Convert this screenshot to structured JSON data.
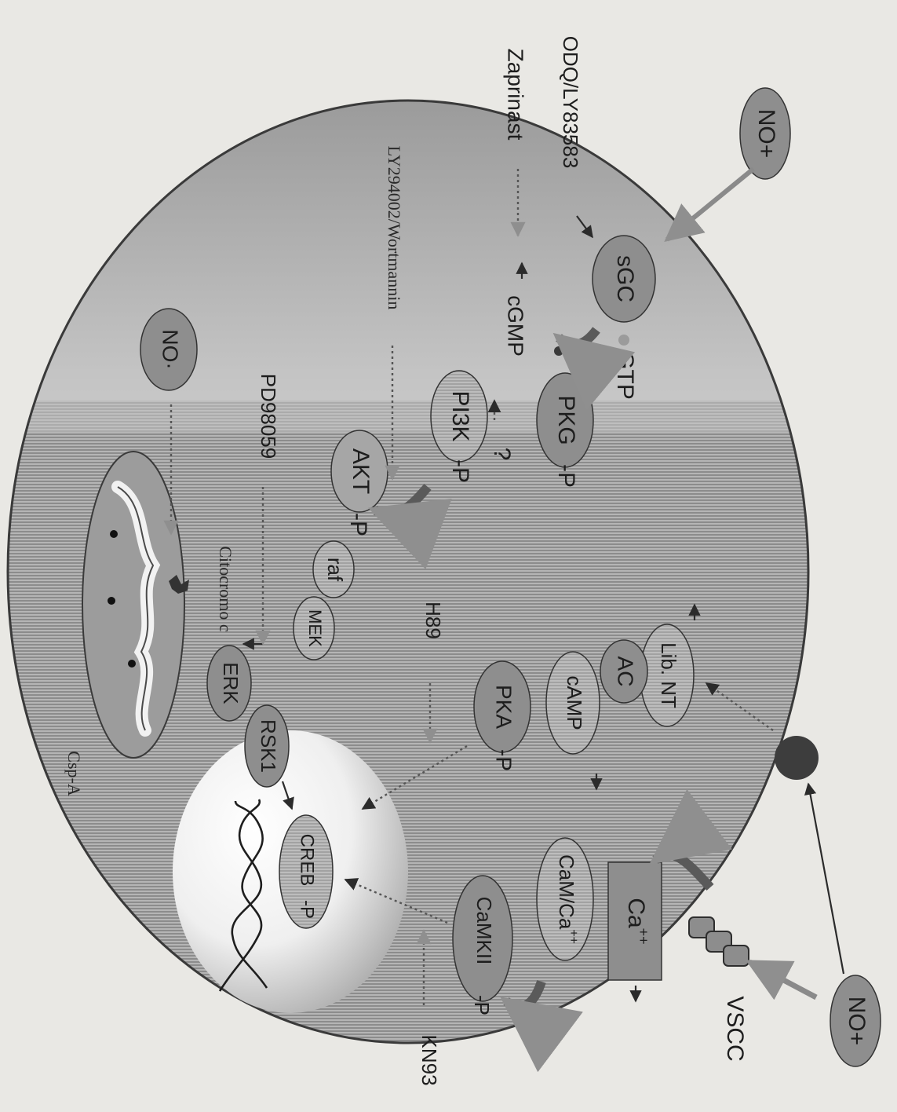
{
  "labels": {
    "no_plus": "NO+",
    "no_top": "NO+",
    "no_inside": "NO·",
    "sgc": "sGC",
    "gtp": "GTP",
    "cgmp": "cGMP",
    "pkg": "PKG",
    "phospho": "-P",
    "question": "?",
    "pi3k": "PI3K",
    "akt": "AKT",
    "raf": "raf",
    "mek": "MEK",
    "erk": "ERK",
    "rsk1": "RSK1",
    "creb": "CREB",
    "lib_nt": "Lib. NT",
    "ac": "AC",
    "camp": "cAMP",
    "pka": "PKA",
    "ca": "Ca",
    "ca_sup": "++",
    "cam_ca": "CaM/Ca",
    "cam_sup": "++",
    "camkii": "CaMKII",
    "vscc": "VSCC",
    "citocromo": "Citocromo c",
    "csp": "Csp-A"
  },
  "inhibitors": {
    "odq": "ODQ/LY83583",
    "zaprinast": "Zaprinast",
    "ly294002": "LY294002/Wortmannin",
    "pd98059": "PD98059",
    "h89": "H89",
    "kn93": "KN93"
  },
  "colors": {
    "background": "#e9e8e4",
    "cell_border": "#3a3a3a",
    "node_dark": "#8e8e8e",
    "node_mid": "#a9a9a9",
    "node_light": "#c8c8c8",
    "arrow": "#2b2b2b",
    "dotted": "#555555",
    "arrow_head_gray": "#8f8f8f"
  }
}
